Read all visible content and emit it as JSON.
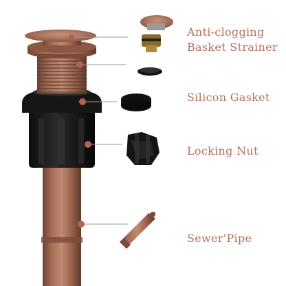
{
  "labels": {
    "strainer_line1": "Anti-clogging",
    "strainer_line2": "Basket Strainer",
    "gasket": "Silicon Gasket",
    "nut": "Locking Nut",
    "pipe": "Sewer'Pipe"
  },
  "colors": {
    "label_text": "#b5705a",
    "copper": "#a0674f",
    "copper_dark": "#6e4535",
    "rubber": "#1c1c1c",
    "leader_line": "#9a9a9a",
    "marker_dot": "#b3624e"
  }
}
